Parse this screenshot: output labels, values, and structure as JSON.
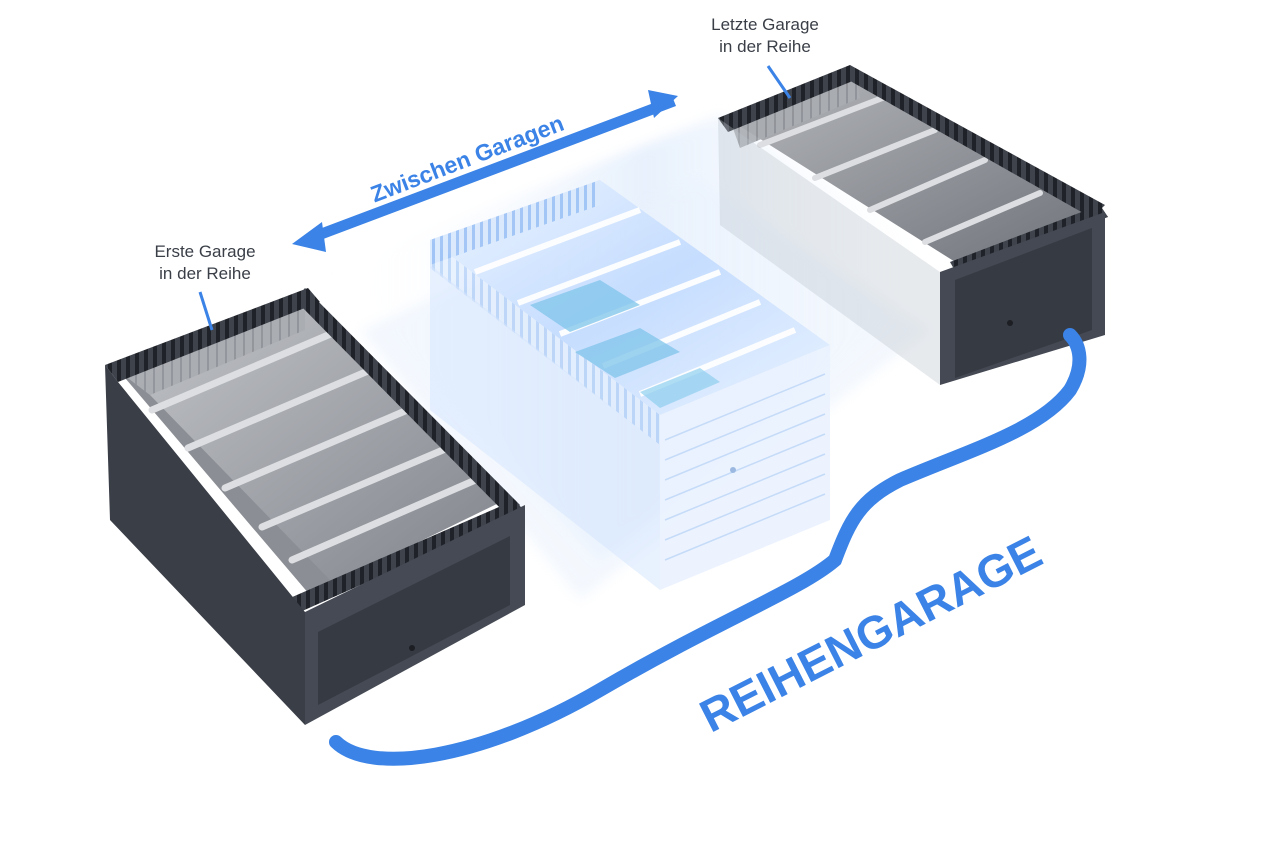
{
  "labels": {
    "first_garage": [
      "Erste Garage",
      "in der Reihe"
    ],
    "last_garage": [
      "Letzte Garage",
      "in der Reihe"
    ],
    "between": "Zwischen Garagen",
    "row_garage": "REIHENGARAGE"
  },
  "colors": {
    "accent_blue": "#3b83e6",
    "garage_dark": "#3b3f48",
    "garage_dark_side": "#2a2d34",
    "garage_interior": "#9a9da3",
    "ghost_blue": "#bcd9ff",
    "callout_text": "#3a3f47"
  }
}
